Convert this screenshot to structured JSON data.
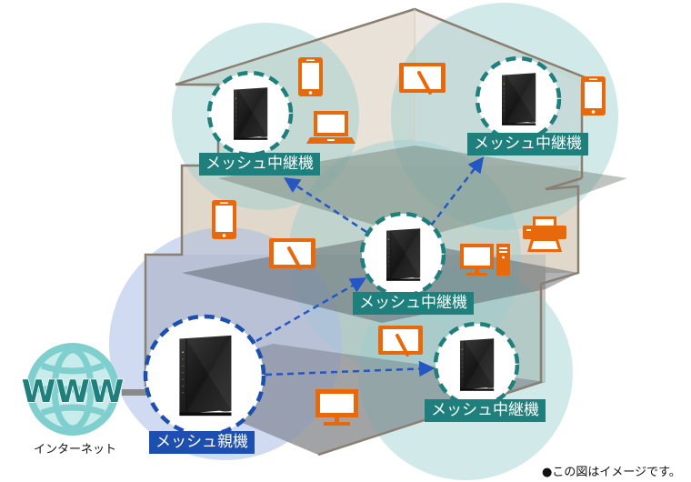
{
  "diagram": {
    "title": "Mesh Wi-Fi coverage image",
    "colors": {
      "relay_label_bg": "#1f7f7c",
      "parent_label_bg": "#1d4fae",
      "relay_ring": "#1f7f7c",
      "parent_ring": "#1d4fae",
      "device_orange": "#e8690b",
      "coverage_relay": "#9ccfd0",
      "coverage_parent": "#a9bde6",
      "link_arrow": "#2456c4",
      "house_wall": "#8a7f72",
      "internet_globe": "#7fcfcf",
      "internet_text": "#1f7f7c"
    },
    "internet": {
      "globe_text": "WWW",
      "caption": "インターネット"
    },
    "nodes": [
      {
        "id": "relay-top-left",
        "role": "relay",
        "label": "メッシュ中継機"
      },
      {
        "id": "relay-top-right",
        "role": "relay",
        "label": "メッシュ中継機"
      },
      {
        "id": "relay-middle",
        "role": "relay",
        "label": "メッシュ中継機"
      },
      {
        "id": "relay-bottom-right",
        "role": "relay",
        "label": "メッシュ中継機"
      },
      {
        "id": "parent",
        "role": "parent",
        "label": "メッシュ親機"
      }
    ],
    "links": [
      {
        "from": "parent",
        "to": "relay-middle"
      },
      {
        "from": "parent",
        "to": "relay-bottom-right"
      },
      {
        "from": "relay-middle",
        "to": "relay-top-left"
      },
      {
        "from": "relay-middle",
        "to": "relay-top-right"
      }
    ],
    "devices": [
      {
        "type": "smartphone-icon",
        "floor": 3
      },
      {
        "type": "tablet-icon",
        "floor": 3
      },
      {
        "type": "laptop-icon",
        "floor": 3
      },
      {
        "type": "smartphone-icon",
        "floor": 3
      },
      {
        "type": "smartphone-icon",
        "floor": 2
      },
      {
        "type": "tablet-icon",
        "floor": 2
      },
      {
        "type": "printer-icon",
        "floor": 2
      },
      {
        "type": "desktop-pc-icon",
        "floor": 2
      },
      {
        "type": "tablet-icon",
        "floor": 1
      },
      {
        "type": "monitor-icon",
        "floor": 1
      }
    ],
    "note": "●この図はイメージです。"
  }
}
